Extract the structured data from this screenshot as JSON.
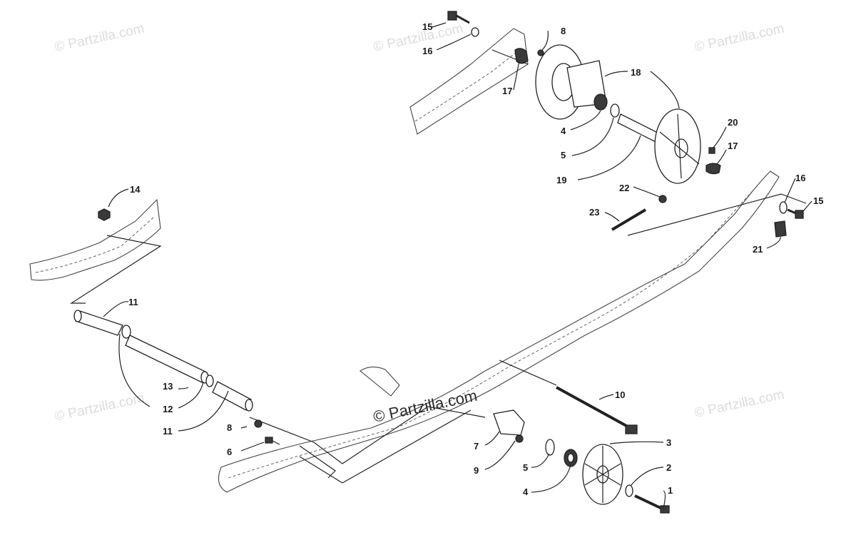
{
  "watermarks": {
    "main": "© Partzilla.com",
    "faint": "© Partzilla.com"
  },
  "callouts": {
    "c1": "1",
    "c2": "2",
    "c3": "3",
    "c4a": "4",
    "c4b": "4",
    "c5a": "5",
    "c5b": "5",
    "c6": "6",
    "c7": "7",
    "c8a": "8",
    "c8b": "8",
    "c9": "9",
    "c10": "10",
    "c11a": "11",
    "c11b": "11",
    "c12": "12",
    "c13": "13",
    "c14": "14",
    "c15a": "15",
    "c15b": "15",
    "c16a": "16",
    "c16b": "16",
    "c17a": "17",
    "c17b": "17",
    "c18": "18",
    "c19": "19",
    "c20": "20",
    "c21": "21",
    "c22": "22",
    "c23": "23"
  }
}
